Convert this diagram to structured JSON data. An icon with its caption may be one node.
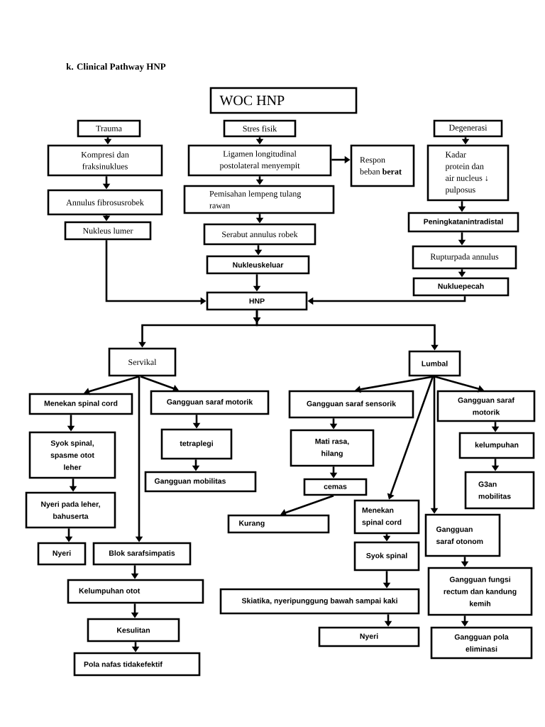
{
  "diagram": {
    "title": "k. Clinical Pathway HNP",
    "nodes": [
      {
        "text": [
          "WOC HNP"
        ]
      },
      {
        "text": [
          "Trauma"
        ]
      },
      {
        "text": [
          "Kompresi dan fraksinuklues"
        ]
      },
      {
        "text": [
          "Annulus fibrosusrobek"
        ]
      },
      {
        "text": [
          "Nukleus lumer"
        ]
      },
      {
        "text": [
          "Stres fisik"
        ]
      },
      {
        "text": [
          "Ligamen longitudinal postolateral menyempit"
        ]
      },
      {
        "text": [
          "Respon beban **berat**"
        ]
      },
      {
        "text": [
          "Degenerasi"
        ]
      },
      {
        "text": [
          "Kadar protein dan air nucleus ↓ pulposus"
        ]
      },
      {
        "text": [
          "Pemisahan lempeng tulang rawan"
        ]
      },
      {
        "text": [
          "Serabut annulus robek"
        ]
      },
      {
        "text": [
          "Nukleuskeluar"
        ]
      },
      {
        "text": [
          "HNP"
        ]
      },
      {
        "text": [
          "Peningkatanintradistal"
        ]
      },
      {
        "text": [
          "Rupturpada annulus"
        ]
      },
      {
        "text": [
          "Nukluepecah"
        ]
      },
      {
        "text": [
          "Servikal"
        ]
      },
      {
        "text": [
          "Lumbal"
        ]
      },
      {
        "text": [
          "Menekan spinal cord"
        ]
      },
      {
        "text": [
          "Gangguan saraf motorik"
        ]
      },
      {
        "text": [
          "Syok spinal, spasme otot leher"
        ]
      },
      {
        "text": [
          "tetraplegi"
        ]
      },
      {
        "text": [
          "Gangguan mobilitas"
        ]
      },
      {
        "text": [
          "Nyeri pada leher, bahuserta"
        ]
      },
      {
        "text": [
          "Nyeri"
        ]
      },
      {
        "text": [
          "Blok sarafsimpatis"
        ]
      },
      {
        "text": [
          "Kelumpuhan otot"
        ]
      },
      {
        "text": [
          "Kesulitan"
        ]
      },
      {
        "text": [
          "Pola nafas tidakefektif"
        ]
      },
      {
        "text": [
          "Gangguan saraf sensorik"
        ]
      },
      {
        "text": [
          "Gangguan saraf motorik"
        ]
      },
      {
        "text": [
          "Mati rasa, hilang"
        ]
      },
      {
        "text": [
          "kelumpuhan"
        ]
      },
      {
        "text": [
          "cemas"
        ]
      },
      {
        "text": [
          "G3an mobilitas"
        ]
      },
      {
        "text": [
          "Kurang"
        ]
      },
      {
        "text": [
          "Menekan spinal cord"
        ]
      },
      {
        "text": [
          "Gangguan saraf otonom"
        ]
      },
      {
        "text": [
          "Syok spinal"
        ]
      },
      {
        "text": [
          "Skiatika, nyeripunggung bawah sampai kaki"
        ]
      },
      {
        "text": [
          "Gangguan fungsi rectum dan kandung kemih"
        ]
      },
      {
        "text": [
          "Nyeri"
        ]
      },
      {
        "text": [
          "Gangguan pola eliminasi"
        ]
      }
    ],
    "edges": [
      {
        "from": 1,
        "to": 2,
        "arrow": "to"
      },
      {
        "from": 2,
        "to": 3,
        "arrow": "to"
      },
      {
        "from": 3,
        "to": 4,
        "arrow": "to"
      },
      {
        "from": 4,
        "to": 13,
        "arrow": "to"
      },
      {
        "from": 5,
        "to": 6,
        "arrow": "to"
      },
      {
        "from": 6,
        "to": 7,
        "arrow": "to"
      },
      {
        "from": 6,
        "to": 10,
        "arrow": "to"
      },
      {
        "from": 10,
        "to": 11,
        "arrow": "to"
      },
      {
        "from": 11,
        "to": 12,
        "arrow": "to"
      },
      {
        "from": 12,
        "to": 13,
        "arrow": "to"
      },
      {
        "from": 8,
        "to": 9,
        "arrow": "to"
      },
      {
        "from": 9,
        "to": 14,
        "arrow": "to"
      },
      {
        "from": 14,
        "to": 15,
        "arrow": "to"
      },
      {
        "from": 15,
        "to": 16,
        "arrow": "to"
      },
      {
        "from": 16,
        "to": 13,
        "arrow": "to"
      },
      {
        "from": 13,
        "to": 17,
        "arrow": "to"
      },
      {
        "from": 13,
        "to": 18,
        "arrow": "to"
      },
      {
        "from": 17,
        "to": 19,
        "arrow": "to"
      },
      {
        "from": 17,
        "to": 20,
        "arrow": "to"
      },
      {
        "from": 17,
        "to": 26,
        "arrow": "to"
      },
      {
        "from": 19,
        "to": 21,
        "arrow": "to"
      },
      {
        "from": 21,
        "to": 24,
        "arrow": "to"
      },
      {
        "from": 24,
        "to": 25,
        "arrow": "to"
      },
      {
        "from": 20,
        "to": 22,
        "arrow": "to"
      },
      {
        "from": 22,
        "to": 23,
        "arrow": "to"
      },
      {
        "from": 26,
        "to": 27,
        "arrow": "to"
      },
      {
        "from": 27,
        "to": 28,
        "arrow": "to"
      },
      {
        "from": 28,
        "to": 29,
        "arrow": "to"
      },
      {
        "from": 18,
        "to": 30,
        "arrow": "to"
      },
      {
        "from": 18,
        "to": 31,
        "arrow": "to"
      },
      {
        "from": 18,
        "to": 37,
        "arrow": "to"
      },
      {
        "from": 18,
        "to": 38,
        "arrow": "to"
      },
      {
        "from": 30,
        "to": 32,
        "arrow": "to"
      },
      {
        "from": 32,
        "to": 34,
        "arrow": "to"
      },
      {
        "from": 34,
        "to": 36,
        "arrow": "to"
      },
      {
        "from": 31,
        "to": 33,
        "arrow": "to"
      },
      {
        "from": 33,
        "to": 35,
        "arrow": "to"
      },
      {
        "from": 37,
        "to": 39,
        "arrow": "to"
      },
      {
        "from": 39,
        "to": 40,
        "arrow": "to"
      },
      {
        "from": 40,
        "to": 42,
        "arrow": "to"
      },
      {
        "from": 38,
        "to": 41,
        "arrow": "to"
      },
      {
        "from": 41,
        "to": 43,
        "arrow": "to"
      }
    ]
  }
}
